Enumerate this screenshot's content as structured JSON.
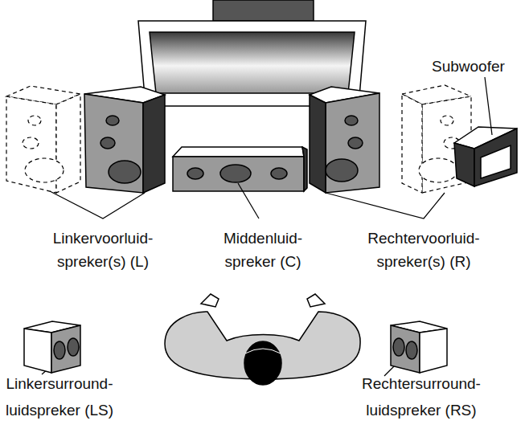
{
  "diagram": {
    "labels": [
      "Subwoofer",
      "Linkervoorluid- spreker(s) (L)",
      "Middenluid- spreker (C)",
      "Rechtervoorluid- spreker(s) (R)",
      "Linkersurround- luidspreker (LS)",
      "Rechtersurround- luidspreker (RS)"
    ]
  }
}
